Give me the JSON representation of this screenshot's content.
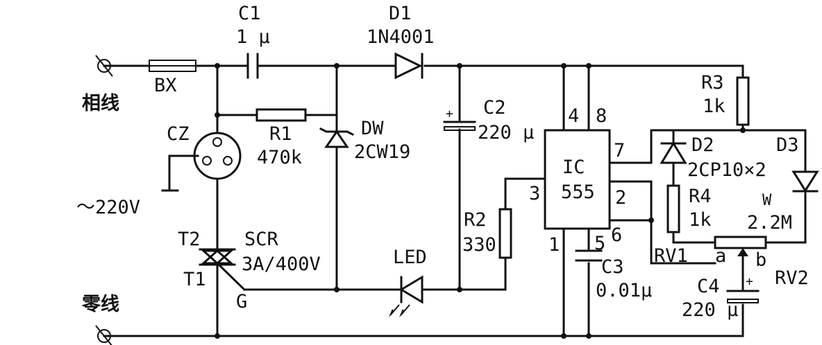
{
  "labels": {
    "c1_name": "C1",
    "c1_value": "1 μ",
    "d1_name": "D1",
    "d1_value": "1N4001",
    "bx": "BX",
    "phase_line": "相线",
    "cz": "CZ",
    "r1_name": "R1",
    "r1_value": "470k",
    "dw_name": "DW",
    "dw_value": "2CW19",
    "c2_name": "C2",
    "c2_value": "220 μ",
    "pin4": "4",
    "pin8": "8",
    "r3_name": "R3",
    "r3_value": "1k",
    "ic_name": "IC",
    "ic_value": "555",
    "pin7": "7",
    "d2_name": "D2",
    "d3_name": "D3",
    "d23_value": "2CP10×2",
    "pin3": "3",
    "pin2": "2",
    "r4_name": "R4",
    "r4_value": "1k",
    "w_name": "W",
    "w_value": "2.2M",
    "mains": "～220V",
    "r2_name": "R2",
    "r2_value": "330",
    "t2": "T2",
    "scr_name": "SCR",
    "scr_value": "3A/400V",
    "t1": "T1",
    "led": "LED",
    "pin1": "1",
    "pin5": "5",
    "pin6": "6",
    "rv1": "RV1",
    "node_a": "a",
    "node_b": "b",
    "c3_name": "C3",
    "c3_value": "0.01μ",
    "rv2": "RV2",
    "c4_name": "C4",
    "c4_value": "220 μ",
    "neutral_line": "零线",
    "gate": "G",
    "plus_c2": "+",
    "plus_c4": "+"
  }
}
